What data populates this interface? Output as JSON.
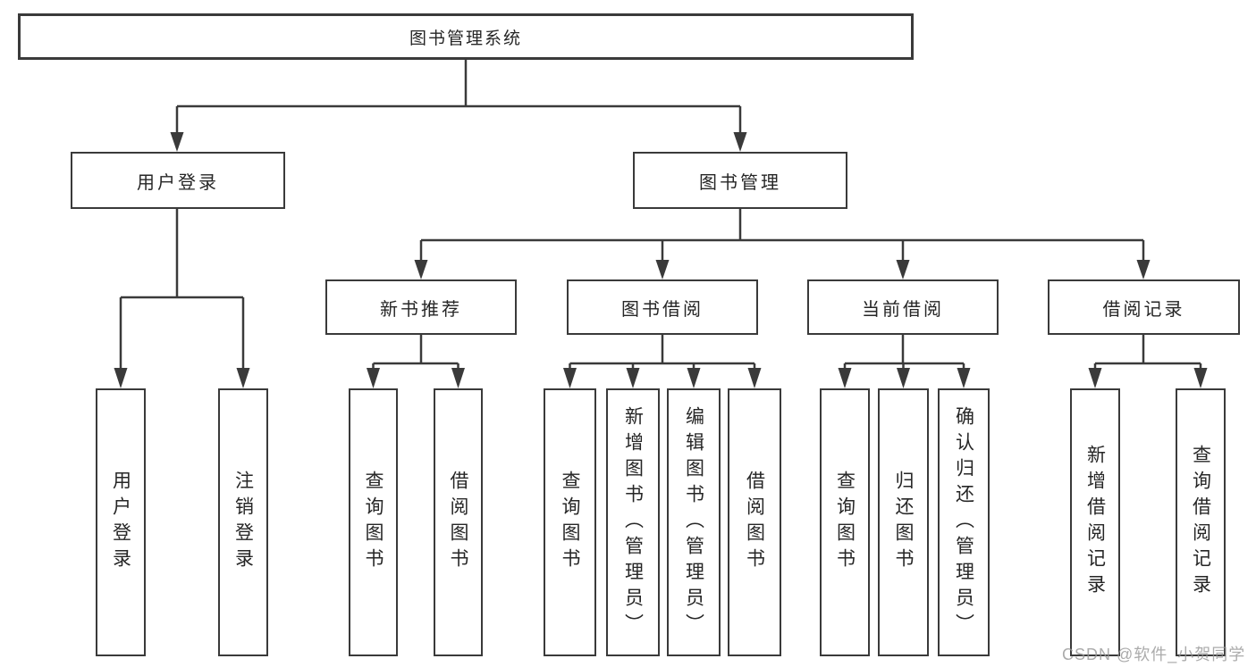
{
  "diagram": {
    "root": {
      "label": "图书管理系统"
    },
    "level2": [
      {
        "label": "用户登录"
      },
      {
        "label": "图书管理"
      }
    ],
    "level3": [
      {
        "label": "新书推荐"
      },
      {
        "label": "图书借阅"
      },
      {
        "label": "当前借阅"
      },
      {
        "label": "借阅记录"
      }
    ],
    "leaves": {
      "user_login": [
        "用户登录",
        "注销登录"
      ],
      "new_book_recommendation": [
        "查询图书",
        "借阅图书"
      ],
      "book_borrowing": [
        "查询图书",
        "新增图书（管理员）",
        "编辑图书（管理员）",
        "借阅图书"
      ],
      "current_borrowing": [
        "查询图书",
        "归还图书",
        "确认归还（管理员）"
      ],
      "borrowing_records": [
        "新增借阅记录",
        "查询借阅记录"
      ]
    },
    "watermark": "CSDN @软件_小贺同学"
  },
  "colors": {
    "line": "#3a3a3a",
    "box_border": "#3a3a3a",
    "text": "#262626",
    "background": "#ffffff",
    "watermark": "#969696"
  }
}
